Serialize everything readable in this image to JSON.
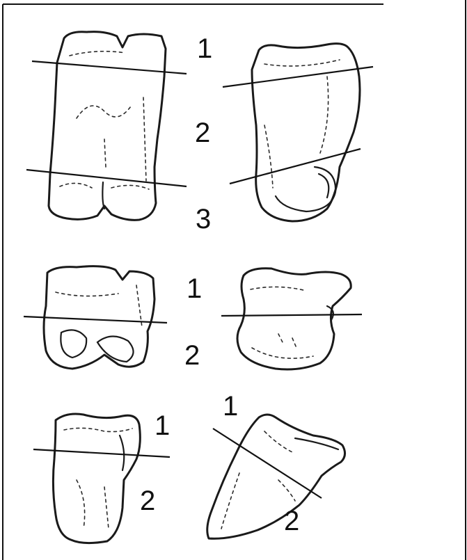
{
  "figures": [
    {
      "id": "top-left",
      "region_labels": [
        "1",
        "2",
        "3"
      ]
    },
    {
      "id": "top-right",
      "region_labels": []
    },
    {
      "id": "middle-left",
      "region_labels": [
        "1",
        "2"
      ]
    },
    {
      "id": "middle-right",
      "region_labels": []
    },
    {
      "id": "bottom-left",
      "region_labels": [
        "1",
        "2"
      ]
    },
    {
      "id": "bottom-right",
      "region_labels": [
        "1",
        "2"
      ]
    }
  ]
}
